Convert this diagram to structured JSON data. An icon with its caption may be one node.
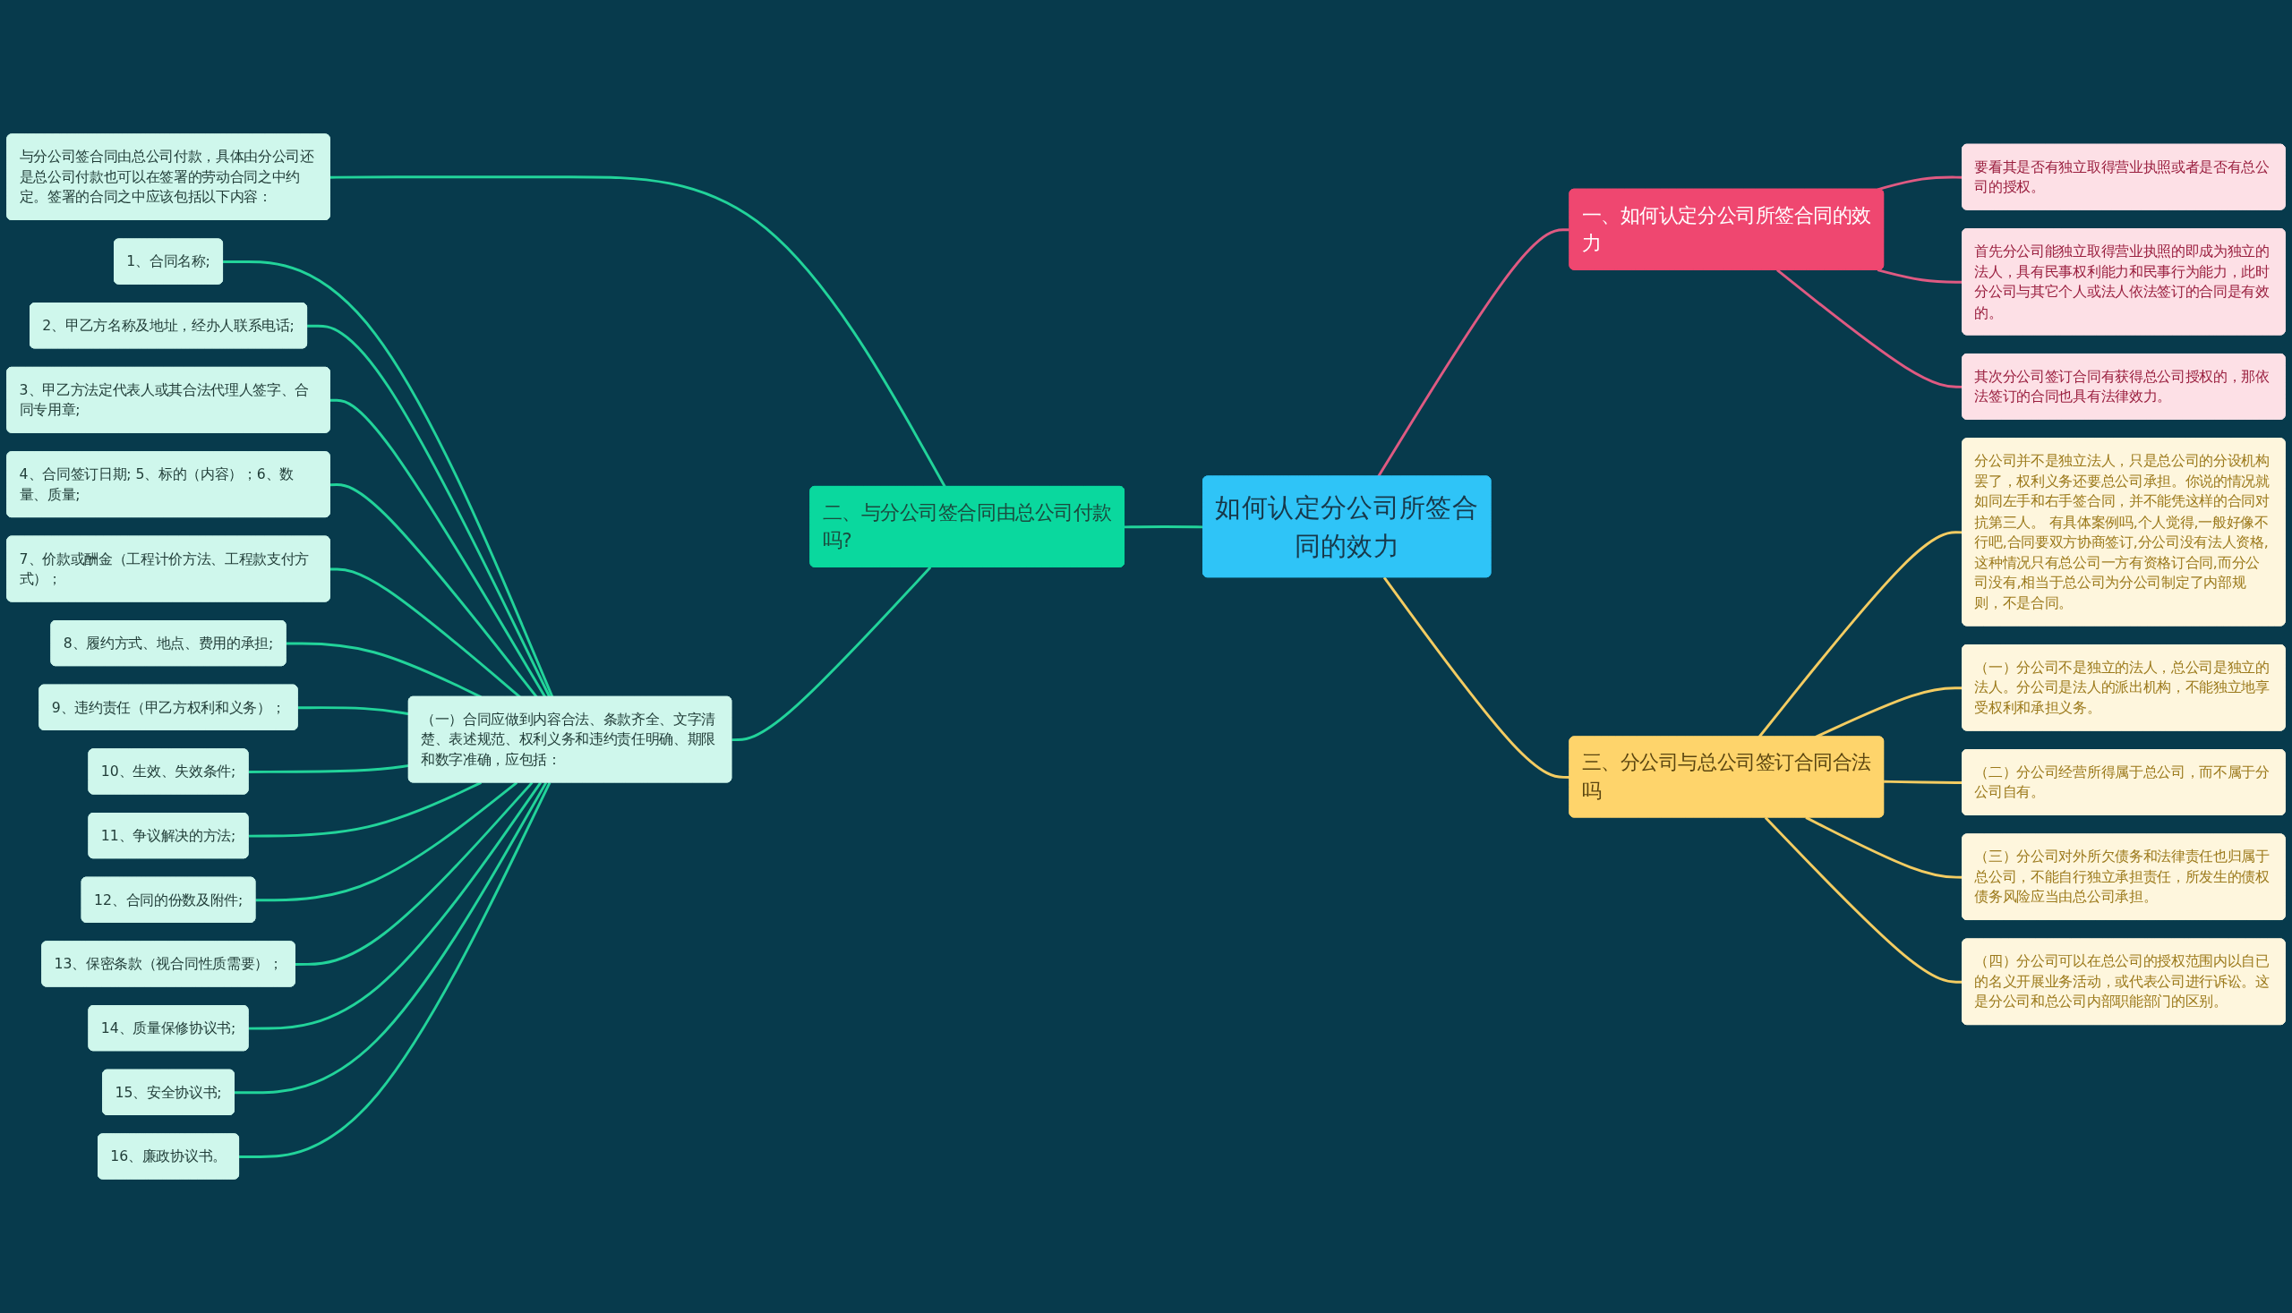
{
  "diagram": {
    "nodes": [
      {
        "text": [
          "如何认定分公司所签合同的效力"
        ]
      },
      {
        "text": [
          "一、如何认定分公司所签合同的效力"
        ]
      },
      {
        "text": [
          "要看其是否有独立取得营业执照或者是否有总公司的授权。"
        ]
      },
      {
        "text": [
          "首先分公司能独立取得营业执照的即成为独立的法人，具有民事权利能力和民事行为能力，此时分公司与其它个人或法人依法签订的合同是有效的。"
        ]
      },
      {
        "text": [
          "其次分公司签订合同有获得总公司授权的，那依法签订的合同也具有法律效力。"
        ]
      },
      {
        "text": [
          "二、与分公司签合同由总公司付款吗?"
        ]
      },
      {
        "text": [
          "与分公司签合同由总公司付款，具体由分公司还是总公司付款也可以在签署的劳动合同之中约定。签署的合同之中应该包括以下内容："
        ]
      },
      {
        "text": [
          "（一）合同应做到内容合法、条款齐全、文字清楚、表述规范、权利义务和违约责任明确、期限和数字准确，应包括："
        ]
      },
      {
        "text": [
          "1、合同名称;"
        ]
      },
      {
        "text": [
          "2、甲乙方名称及地址，经办人联系电话;"
        ]
      },
      {
        "text": [
          "3、甲乙方法定代表人或其合法代理人签字、合同专用章;"
        ]
      },
      {
        "text": [
          "4、合同签订日期; 5、标的（内容）；6、数量、质量;"
        ]
      },
      {
        "text": [
          "7、价款或酬金（工程计价方法、工程款支付方式）；"
        ]
      },
      {
        "text": [
          "8、履约方式、地点、费用的承担;"
        ]
      },
      {
        "text": [
          "9、违约责任（甲乙方权利和义务）；"
        ]
      },
      {
        "text": [
          "10、生效、失效条件;"
        ]
      },
      {
        "text": [
          "11、争议解决的方法;"
        ]
      },
      {
        "text": [
          "12、合同的份数及附件;"
        ]
      },
      {
        "text": [
          "13、保密条款（视合同性质需要）；"
        ]
      },
      {
        "text": [
          "14、质量保修协议书;"
        ]
      },
      {
        "text": [
          "15、安全协议书;"
        ]
      },
      {
        "text": [
          "16、廉政协议书。"
        ]
      },
      {
        "text": [
          "三、分公司与总公司签订合同合法吗"
        ]
      },
      {
        "text": [
          "分公司并不是独立法人，只是总公司的分设机构罢了，权利义务还要总公司承担。你说的情况就如同左手和右手签合同，并不能凭这样的合同对抗第三人。 有具体案例吗,个人觉得,一般好像不行吧,合同要双方协商签订,分公司没有法人资格,这种情况只有总公司一方有资格订合同,而分公司没有,相当于总公司为分公司制定了内部规则，不是合同。"
        ]
      },
      {
        "text": [
          "（一）分公司不是独立的法人，总公司是独立的法人。分公司是法人的派出机构，不能独立地享受权利和承担义务。"
        ]
      },
      {
        "text": [
          "（二）分公司经营所得属于总公司，而不属于分公司自有。"
        ]
      },
      {
        "text": [
          "（三）分公司对外所欠债务和法律责任也归属于总公司，不能自行独立承担责任，所发生的债权债务风险应当由总公司承担。"
        ]
      },
      {
        "text": [
          "（四）分公司可以在总公司的授权范围内以自已的名义开展业务活动，或代表公司进行诉讼。这是分公司和总公司内部职能部门的区别。"
        ]
      }
    ],
    "edges": [
      {
        "from": 0,
        "to": 1,
        "arrow": "none",
        "color": "#df5a82"
      },
      {
        "from": 1,
        "to": 2,
        "arrow": "none",
        "color": "#df5a82"
      },
      {
        "from": 1,
        "to": 3,
        "arrow": "none",
        "color": "#df5a82"
      },
      {
        "from": 1,
        "to": 4,
        "arrow": "none",
        "color": "#df5a82"
      },
      {
        "from": 0,
        "to": 5,
        "arrow": "none"
      },
      {
        "from": 5,
        "to": 6,
        "arrow": "none"
      },
      {
        "from": 5,
        "to": 7,
        "arrow": "none"
      },
      {
        "from": 7,
        "to": 8,
        "arrow": "none"
      },
      {
        "from": 7,
        "to": 9,
        "arrow": "none"
      },
      {
        "from": 7,
        "to": 10,
        "arrow": "none"
      },
      {
        "from": 7,
        "to": 11,
        "arrow": "none"
      },
      {
        "from": 7,
        "to": 12,
        "arrow": "none"
      },
      {
        "from": 7,
        "to": 13,
        "arrow": "none"
      },
      {
        "from": 7,
        "to": 14,
        "arrow": "none"
      },
      {
        "from": 7,
        "to": 15,
        "arrow": "none"
      },
      {
        "from": 7,
        "to": 16,
        "arrow": "none"
      },
      {
        "from": 7,
        "to": 17,
        "arrow": "none"
      },
      {
        "from": 7,
        "to": 18,
        "arrow": "none"
      },
      {
        "from": 7,
        "to": 19,
        "arrow": "none"
      },
      {
        "from": 7,
        "to": 20,
        "arrow": "none"
      },
      {
        "from": 7,
        "to": 21,
        "arrow": "none"
      },
      {
        "from": 0,
        "to": 22,
        "arrow": "none",
        "color": "#f3cc62"
      },
      {
        "from": 22,
        "to": 23,
        "arrow": "none",
        "color": "#f3cc62"
      },
      {
        "from": 22,
        "to": 24,
        "arrow": "none",
        "color": "#f3cc62"
      },
      {
        "from": 22,
        "to": 25,
        "arrow": "none",
        "color": "#f3cc62"
      },
      {
        "from": 22,
        "to": 26,
        "arrow": "none",
        "color": "#f3cc62"
      },
      {
        "from": 22,
        "to": 27,
        "arrow": "none",
        "color": "#f3cc62"
      }
    ]
  }
}
